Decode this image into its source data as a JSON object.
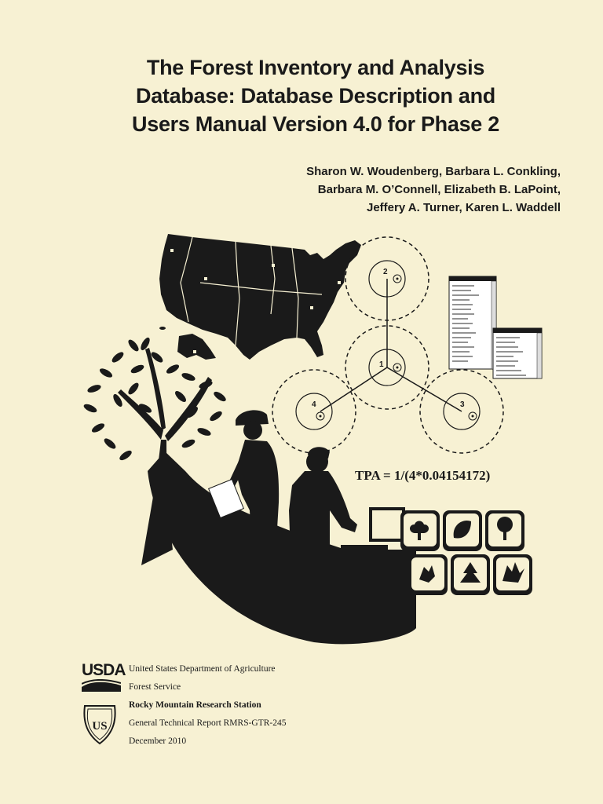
{
  "title": {
    "line1": "The Forest Inventory and Analysis",
    "line2": "Database: Database Description and",
    "line3": "Users Manual Version 4.0 for Phase 2"
  },
  "authors": {
    "line1": "Sharon W. Woudenberg, Barbara L. Conkling,",
    "line2": "Barbara M. O’Connell, Elizabeth B. LaPoint,",
    "line3": "Jeffery A. Turner, Karen L. Waddell"
  },
  "plot_labels": [
    "1",
    "2",
    "3",
    "4"
  ],
  "formula": "TPA = 1/(4*0.04154172)",
  "logo": {
    "usda": "USDA",
    "forest_service_badge": "US"
  },
  "footer": {
    "department": "United States Department of Agriculture",
    "agency": "Forest Service",
    "station": "Rocky Mountain Research Station",
    "report": "General Technical Report RMRS-GTR-245",
    "date": "December 2010"
  },
  "colors": {
    "background": "#f7f1d3",
    "ink": "#1a1a1a"
  },
  "icons": [
    "us-map-icon",
    "tree-icon",
    "forester-icon",
    "computer-operator-icon",
    "database-table-icon",
    "tree-key-icon",
    "leaf-key-icon"
  ]
}
